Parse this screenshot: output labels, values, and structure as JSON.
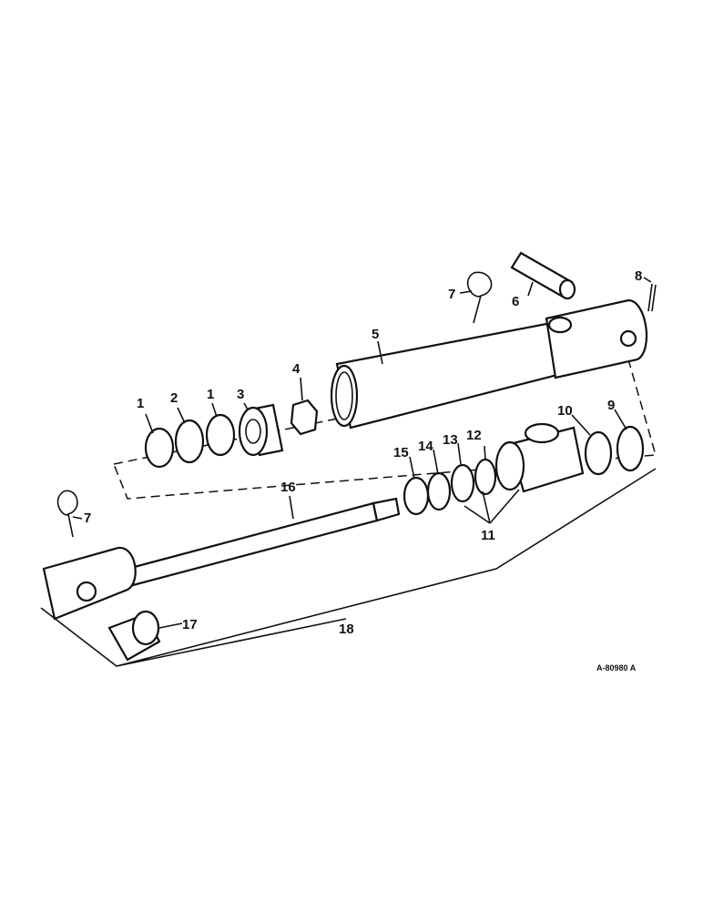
{
  "diagram": {
    "callouts": {
      "c1a": "1",
      "c2": "2",
      "c1b": "1",
      "c3": "3",
      "c4": "4",
      "c5": "5",
      "c6": "6",
      "c7a": "7",
      "c8": "8",
      "c9": "9",
      "c10": "10",
      "c11": "11",
      "c12": "12",
      "c13": "13",
      "c14": "14",
      "c15": "15",
      "c16": "16",
      "c7b": "7",
      "c17": "17",
      "c18": "18"
    },
    "drawing_code": "A-80980 A"
  }
}
